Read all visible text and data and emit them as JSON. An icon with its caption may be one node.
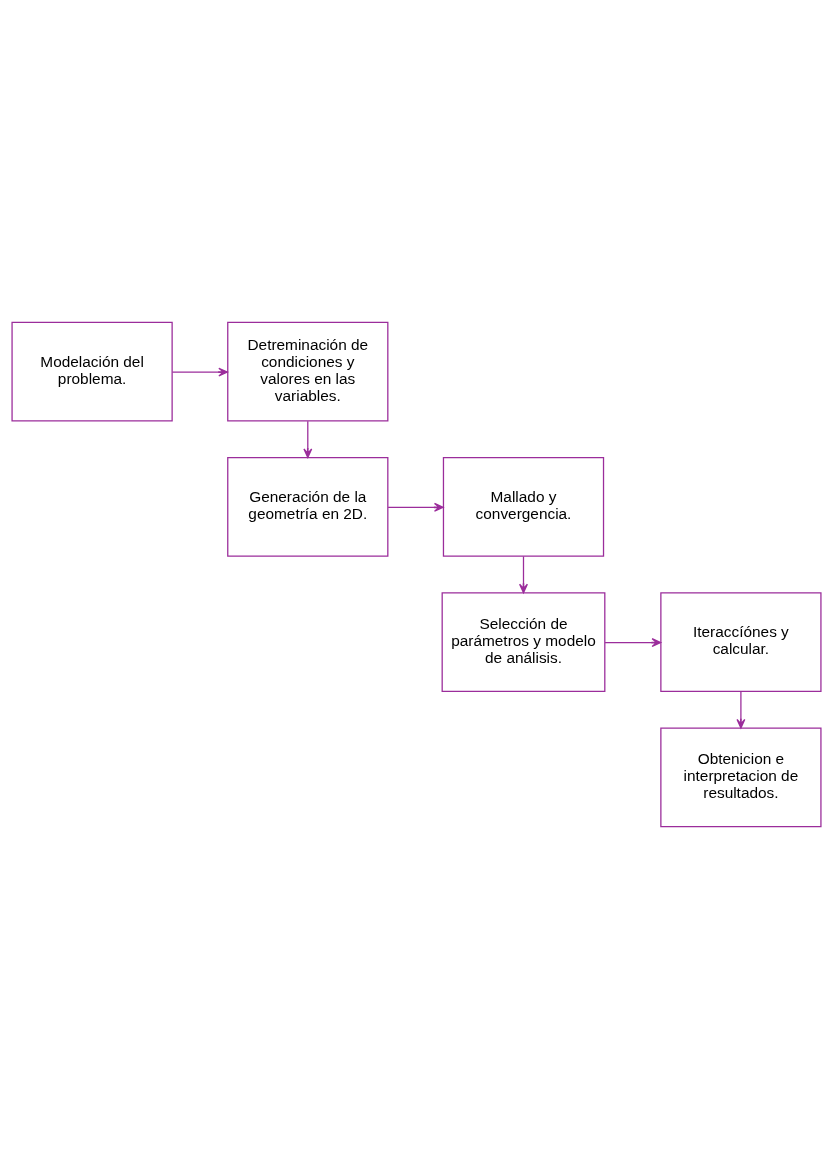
{
  "diagram": {
    "nodes": [
      {
        "text": [
          "Modelación del problema."
        ]
      },
      {
        "text": [
          "Detreminación de condiciones y valores en las variables."
        ]
      },
      {
        "text": [
          "Generación de la geometría en 2D."
        ]
      },
      {
        "text": [
          "Mallado y convergencia."
        ]
      },
      {
        "text": [
          "Selección de parámetros y modelo de análisis."
        ]
      },
      {
        "text": [
          "Iteraccíónes y calcular."
        ]
      },
      {
        "text": [
          "Obtenicion e interpretacion de resultados."
        ]
      }
    ],
    "edges": [
      {
        "from": 0,
        "to": 1,
        "arrow": "to"
      },
      {
        "from": 1,
        "to": 2,
        "arrow": "to"
      },
      {
        "from": 2,
        "to": 3,
        "arrow": "to"
      },
      {
        "from": 3,
        "to": 4,
        "arrow": "to"
      },
      {
        "from": 4,
        "to": 5,
        "arrow": "to"
      },
      {
        "from": 5,
        "to": 6,
        "arrow": "to"
      }
    ]
  }
}
